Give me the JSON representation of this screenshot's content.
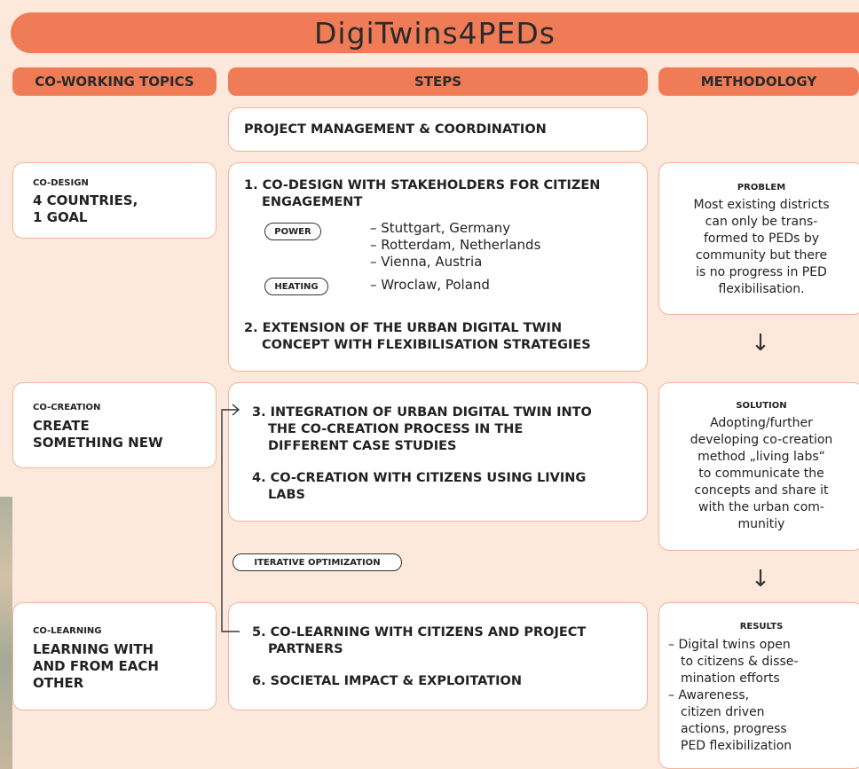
{
  "title": "DigiTwins4PEDs",
  "headers": {
    "topics": "CO-WORKING TOPICS",
    "steps": "STEPS",
    "methodology": "METHODOLOGY"
  },
  "pm_label": "PROJECT MANAGEMENT & COORDINATION",
  "topics": [
    {
      "small": "CO-DESIGN",
      "line1": "4 COUNTRIES,",
      "line2": "1 GOAL"
    },
    {
      "small": "CO-CREATION",
      "line1": "CREATE",
      "line2": "SOMETHING NEW"
    },
    {
      "small": "CO-LEARNING",
      "line1": "LEARNING WITH",
      "line2": "AND FROM EACH",
      "line3": "OTHER"
    }
  ],
  "steps": {
    "s1_l1": "1. CO-DESIGN WITH STAKEHOLDERS FOR CITIZEN",
    "s1_l2": "ENGAGEMENT",
    "power": "POWER",
    "heating": "HEATING",
    "cities_power": [
      "– Stuttgart, Germany",
      "– Rotterdam, Netherlands",
      "– Vienna, Austria"
    ],
    "cities_heating": [
      "– Wroclaw, Poland"
    ],
    "s2_l1": "2. EXTENSION OF THE URBAN DIGITAL TWIN",
    "s2_l2": "CONCEPT WITH FLEXIBILISATION STRATEGIES",
    "s3_l1": "3. INTEGRATION OF URBAN DIGITAL TWIN INTO",
    "s3_l2": "THE CO-CREATION PROCESS IN THE",
    "s3_l3": "DIFFERENT CASE STUDIES",
    "s4_l1": "4. CO-CREATION WITH CITIZENS USING LIVING",
    "s4_l2": "LABS",
    "iterative": "ITERATIVE OPTIMIZATION",
    "s5_l1": "5. CO-LEARNING WITH CITIZENS AND PROJECT",
    "s5_l2": "PARTNERS",
    "s6": "6. SOCIETAL IMPACT & EXPLOITATION"
  },
  "methodology": {
    "problem_h": "PROBLEM",
    "problem": [
      "Most existing districts",
      "can only be trans-",
      "formed to PEDs by",
      "community but there",
      "is no progress in PED",
      "flexibilisation."
    ],
    "solution_h": "SOLUTION",
    "solution": [
      "Adopting/further",
      "developing co-creation",
      "method „living labs“",
      "to communicate the",
      "concepts and share it",
      "with the urban com-",
      "munitiy"
    ],
    "results_h": "RESULTS",
    "results": [
      "– Digital twins open",
      "to citizens & disse-",
      "mination efforts",
      "– Awareness,",
      "citizen driven",
      "actions, progress",
      "PED flexibilization"
    ],
    "arrow": "↓"
  },
  "colors": {
    "accent": "#ef7c57",
    "background": "#fde9dc",
    "border": "#f0b59c"
  }
}
